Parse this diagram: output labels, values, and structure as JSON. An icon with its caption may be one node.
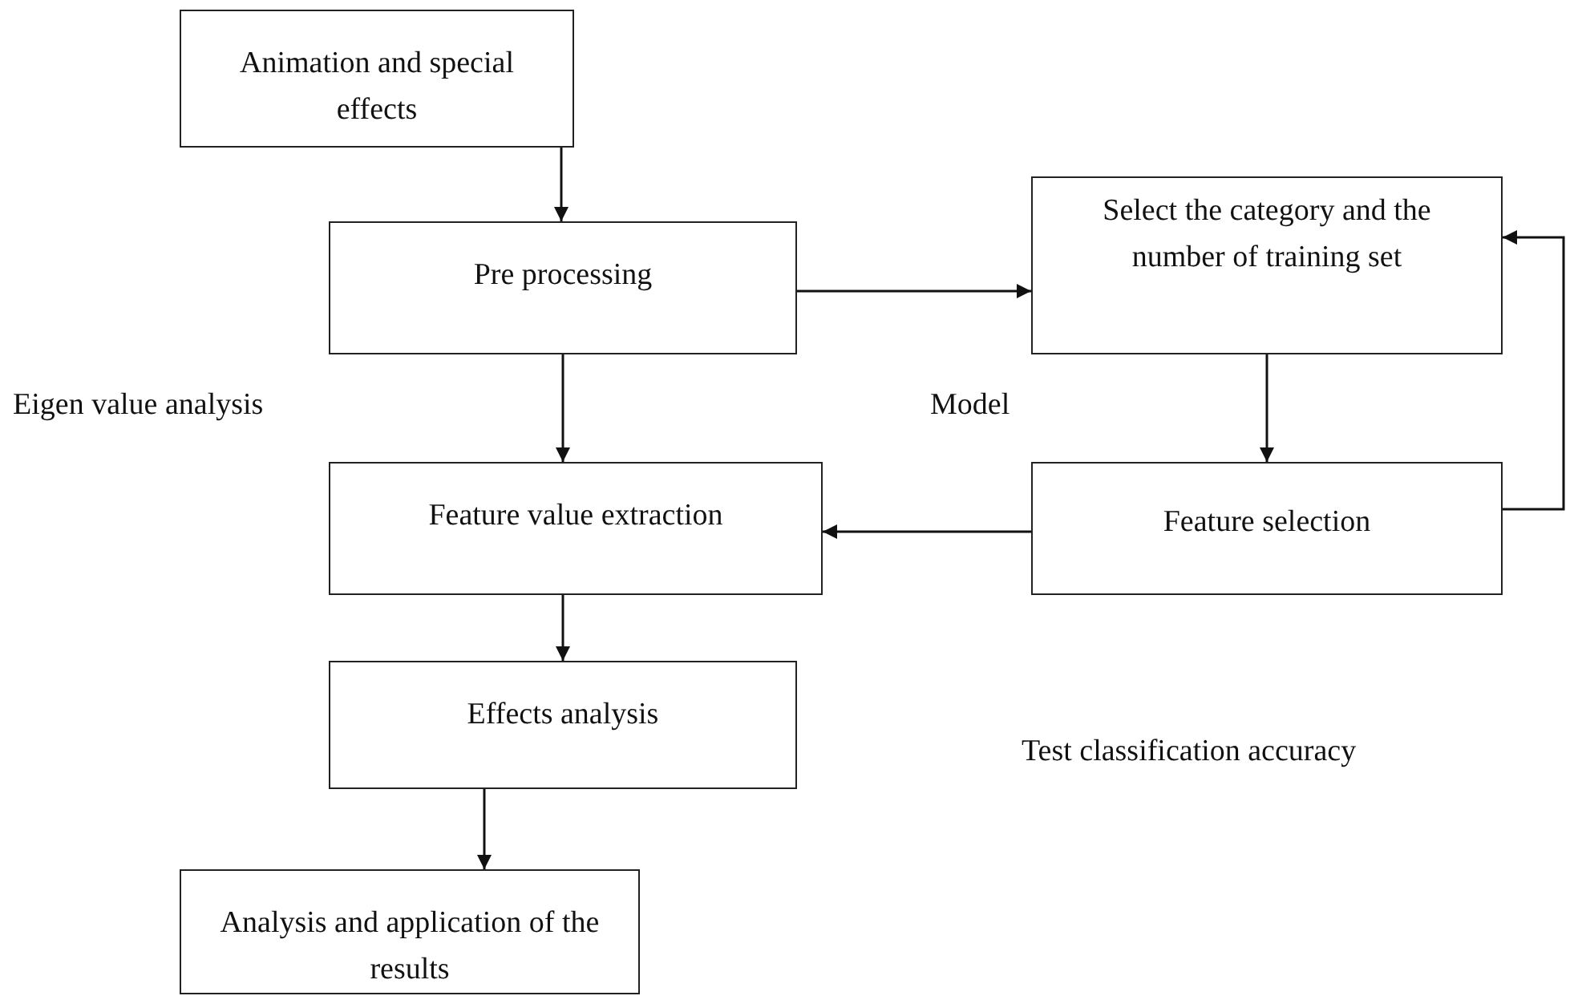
{
  "diagram": {
    "nodes": [
      {
        "text": [
          "Animation and special effects"
        ]
      },
      {
        "text": [
          "Pre processing"
        ]
      },
      {
        "text": [
          "Select the category and the number of training set"
        ]
      },
      {
        "text": [
          "Feature value extraction"
        ]
      },
      {
        "text": [
          "Feature selection"
        ]
      },
      {
        "text": [
          "Effects analysis"
        ]
      },
      {
        "text": [
          "Analysis and application of the results"
        ]
      }
    ],
    "edges": [
      {
        "from": 0,
        "to": 1,
        "arrow": "to"
      },
      {
        "from": 1,
        "to": 2,
        "arrow": "to"
      },
      {
        "from": 1,
        "to": 3,
        "arrow": "to"
      },
      {
        "from": 2,
        "to": 4,
        "arrow": "to"
      },
      {
        "from": 4,
        "to": 3,
        "arrow": "to"
      },
      {
        "from": 4,
        "to": 2,
        "arrow": "to"
      },
      {
        "from": 3,
        "to": 5,
        "arrow": "to"
      },
      {
        "from": 5,
        "to": 6,
        "arrow": "to"
      }
    ],
    "labels": [
      "Eigen value analysis",
      "Model",
      "Test classification accuracy"
    ]
  }
}
